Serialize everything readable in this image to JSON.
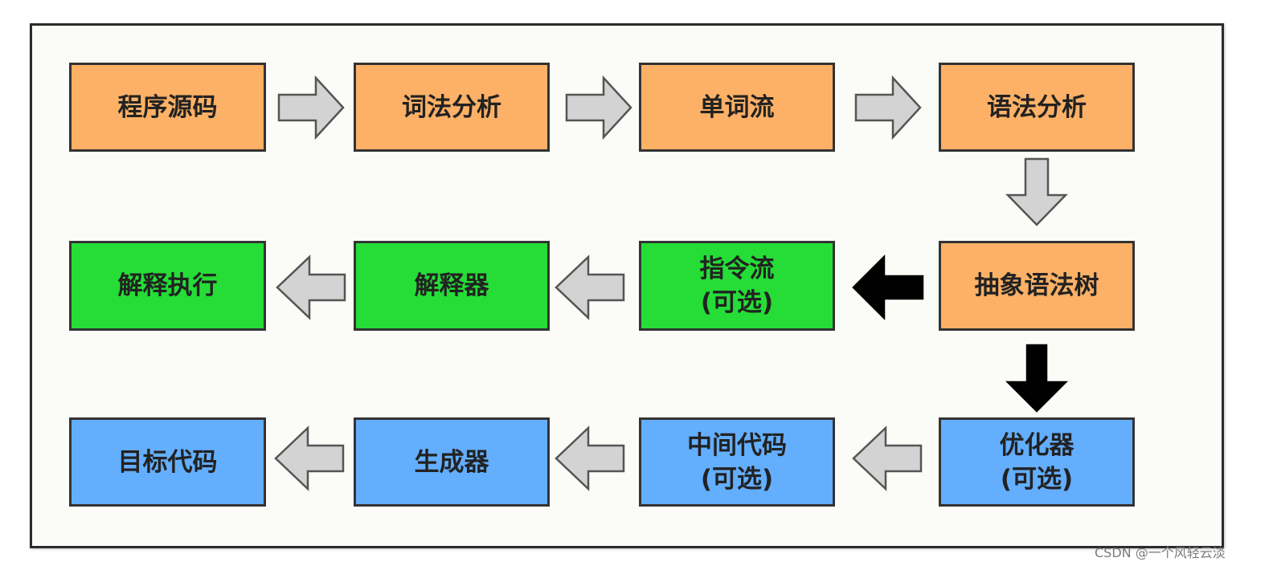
{
  "colors": {
    "orange": "#fdb166",
    "green": "#25dd36",
    "blue": "#63aefd",
    "arrow_gray": "#d3d3d3",
    "arrow_black": "#000000"
  },
  "boxes": {
    "source_code": {
      "label": "程序源码"
    },
    "lexical_analysis": {
      "label": "词法分析"
    },
    "token_stream": {
      "label": "单词流"
    },
    "syntax_analysis": {
      "label": "语法分析"
    },
    "interpret_execute": {
      "label": "解释执行"
    },
    "interpreter": {
      "label": "解释器"
    },
    "instruction_stream": {
      "label": "指令流",
      "sublabel": "(可选)"
    },
    "ast": {
      "label": "抽象语法树"
    },
    "target_code": {
      "label": "目标代码"
    },
    "generator": {
      "label": "生成器"
    },
    "intermediate_code": {
      "label": "中间代码",
      "sublabel": "(可选)"
    },
    "optimizer": {
      "label": "优化器",
      "sublabel": "(可选)"
    }
  },
  "watermark": "CSDN @一个风轻云淡"
}
